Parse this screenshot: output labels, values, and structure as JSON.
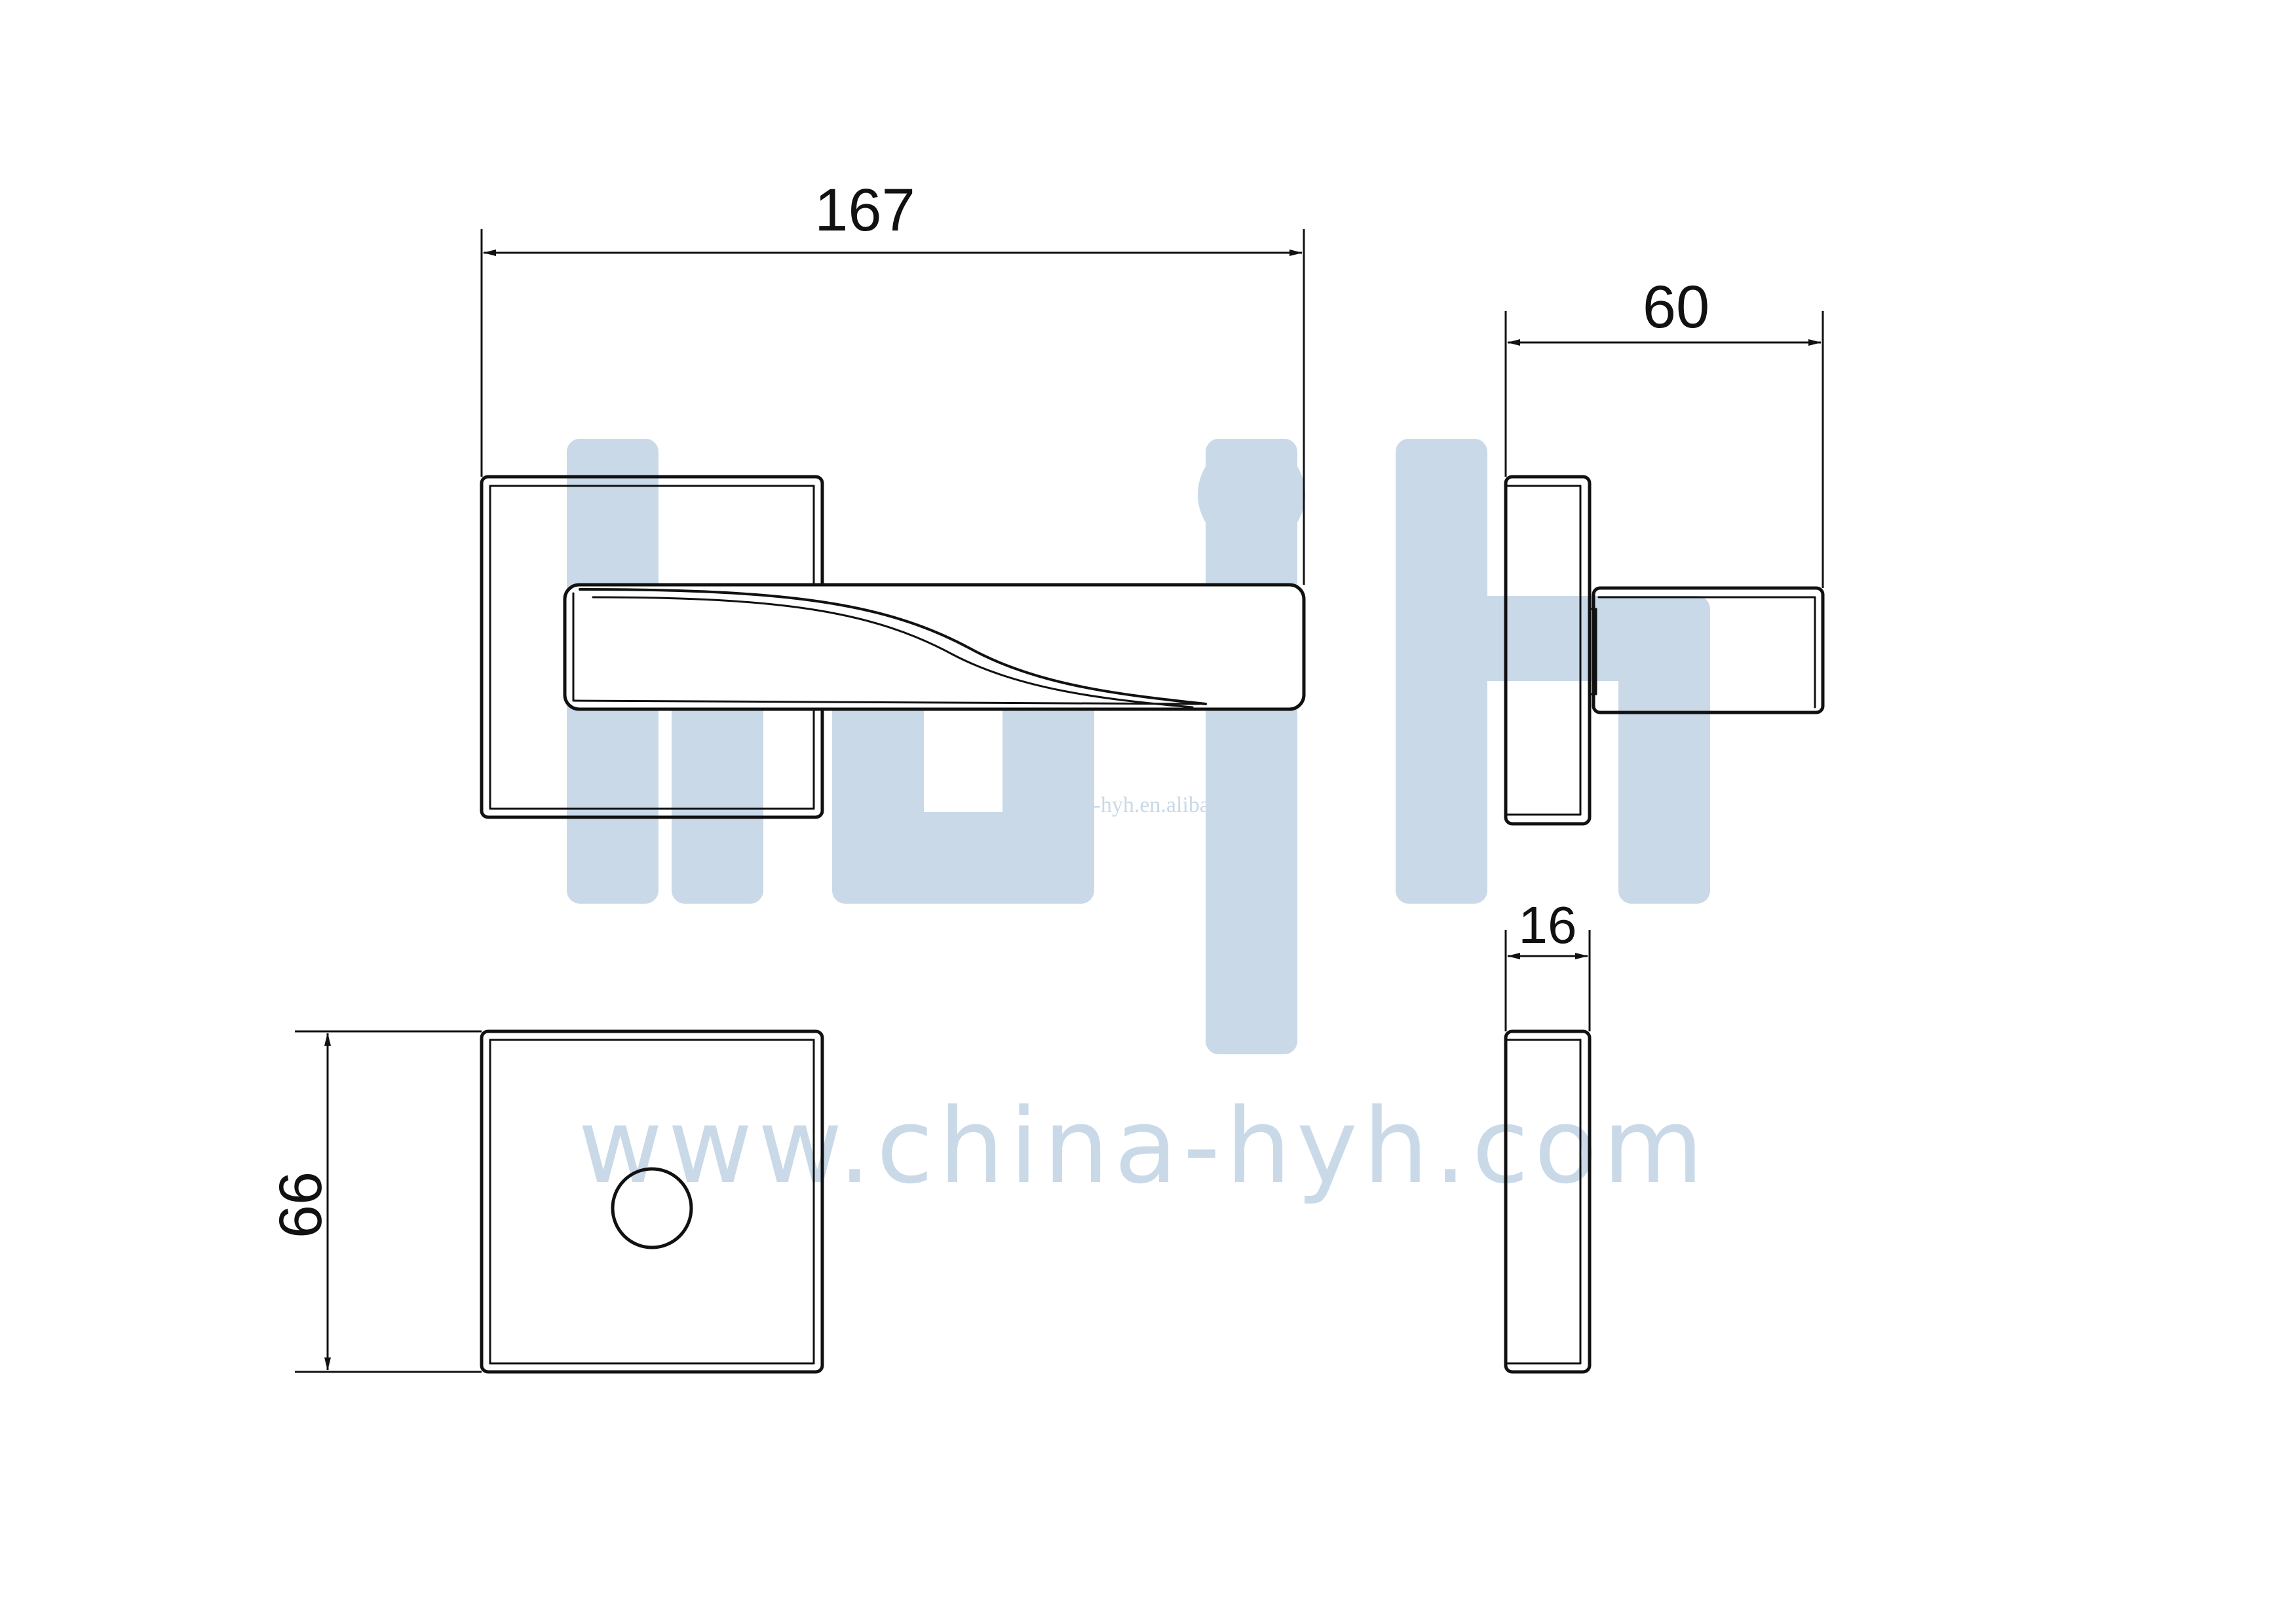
{
  "dimensions": {
    "handle_length": "167",
    "projection": "60",
    "rose_thickness": "16",
    "rose_size": "66"
  },
  "watermark": {
    "logo_text": "hyh",
    "url": "www.china-hyh.com",
    "small_url": "china-hyh.en.alibaba.com"
  },
  "colors": {
    "line": "#111111",
    "watermark": "#c9d9e8"
  }
}
